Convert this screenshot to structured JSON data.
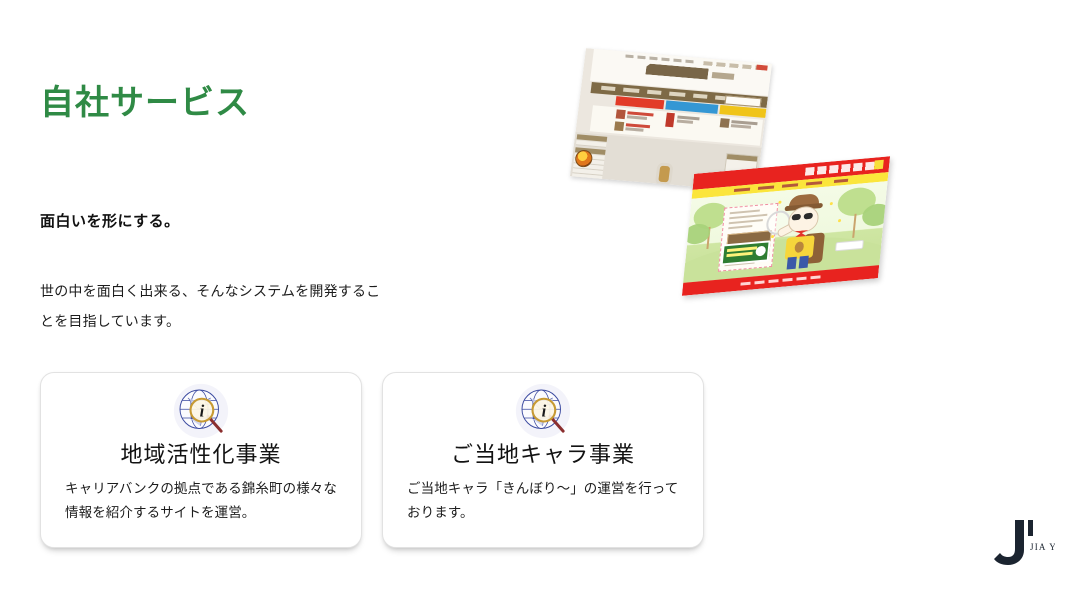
{
  "page": {
    "title": "自社サービス",
    "title_color": "#2f8a45",
    "background_color": "#ffffff"
  },
  "lead": {
    "heading": "面白いを形にする。",
    "body": "世の中を面白く出来る、そんなシステムを開発することを目指しています。"
  },
  "cards": [
    {
      "icon": "globe-magnifier-info-icon",
      "title": "地域活性化事業",
      "description": "キャリアバンクの拠点である錦糸町の様々な情報を紹介するサイトを運営。"
    },
    {
      "icon": "globe-magnifier-info-icon",
      "title": "ご当地キャラ事業",
      "description": "ご当地キャラ「きんぼり～」の運営を行っております。"
    }
  ],
  "collage": {
    "shots": [
      {
        "name": "portal-site-screenshot",
        "accent_colors": [
          "#e23b28",
          "#3497d4",
          "#f0c419",
          "#7e6a46"
        ],
        "background_color": "#ece7df"
      },
      {
        "name": "mascot-site-screenshot",
        "accent_colors": [
          "#e8231f",
          "#fbe53b",
          "#c7e198"
        ],
        "background_color": "#ffffff"
      }
    ]
  },
  "brand": {
    "mark": "J",
    "name": "JIA YI",
    "color": "#1b2430"
  }
}
